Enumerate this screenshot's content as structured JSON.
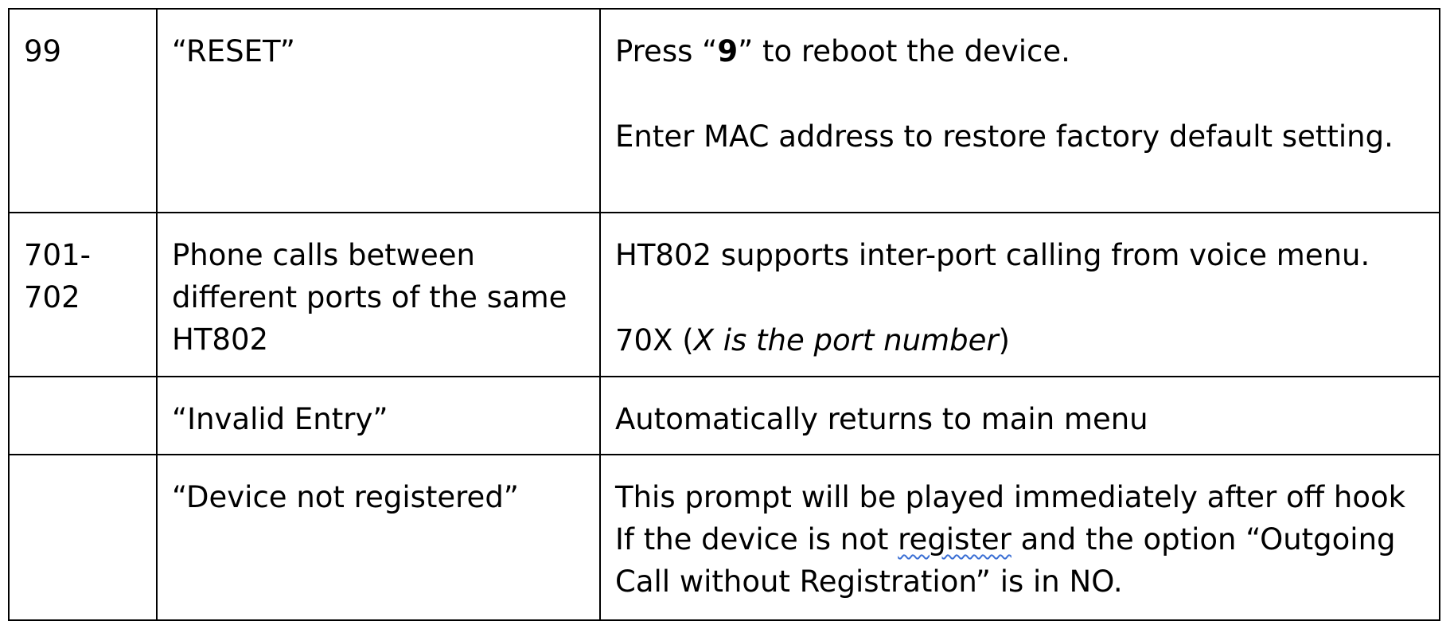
{
  "rows": [
    {
      "code": "99",
      "prompt": "“RESET”",
      "desc": {
        "p1_pre": "Press “",
        "p1_bold": "9",
        "p1_post": "” to reboot the device.",
        "p2": "Enter MAC address to restore factory default setting."
      }
    },
    {
      "code": "701-702",
      "prompt": "Phone calls between different ports of the same HT802",
      "desc": {
        "p1": "HT802 supports inter-port calling from voice menu.",
        "p2_pre": "70X (",
        "p2_italic": "X is the port number",
        "p2_post": ")"
      }
    },
    {
      "code": "",
      "prompt": "“Invalid Entry”",
      "desc": {
        "p1": "Automatically returns to main menu"
      }
    },
    {
      "code": "",
      "prompt": "“Device not registered”",
      "desc": {
        "p1_pre": "This prompt will be played immediately after off hook If the device is not ",
        "p1_flagged": "register",
        "p1_post": " and the option “Outgoing Call without Registration” is in NO."
      }
    }
  ]
}
